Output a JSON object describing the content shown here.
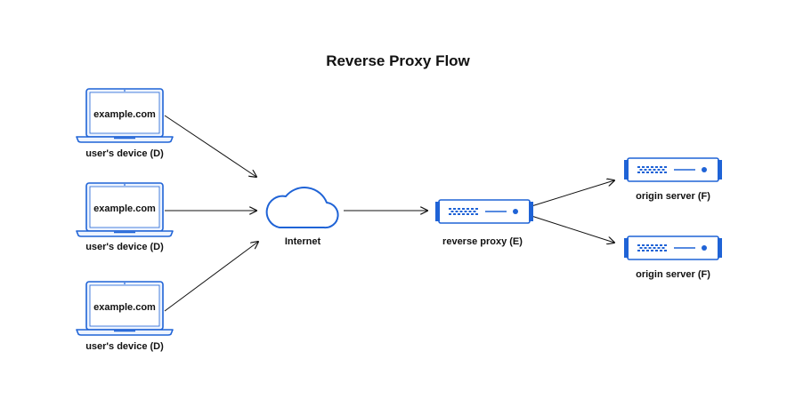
{
  "title": "Reverse Proxy Flow",
  "colors": {
    "accent": "#1f63d6",
    "light_fill": "#eef4ff",
    "line": "#111111"
  },
  "devices": [
    {
      "screen_text": "example.com",
      "label": "user's device (D)"
    },
    {
      "screen_text": "example.com",
      "label": "user's device (D)"
    },
    {
      "screen_text": "example.com",
      "label": "user's device (D)"
    }
  ],
  "internet": {
    "label": "Internet",
    "icon": "cloud-icon"
  },
  "reverse_proxy": {
    "label": "reverse proxy (E)",
    "icon": "server-icon"
  },
  "origin_servers": [
    {
      "label": "origin server (F)",
      "icon": "server-icon"
    },
    {
      "label": "origin server (F)",
      "icon": "server-icon"
    }
  ],
  "connections": [
    {
      "from": "user's device (D)",
      "to": "Internet"
    },
    {
      "from": "user's device (D)",
      "to": "Internet"
    },
    {
      "from": "user's device (D)",
      "to": "Internet"
    },
    {
      "from": "Internet",
      "to": "reverse proxy (E)"
    },
    {
      "from": "reverse proxy (E)",
      "to": "origin server (F)"
    },
    {
      "from": "reverse proxy (E)",
      "to": "origin server (F)"
    }
  ]
}
